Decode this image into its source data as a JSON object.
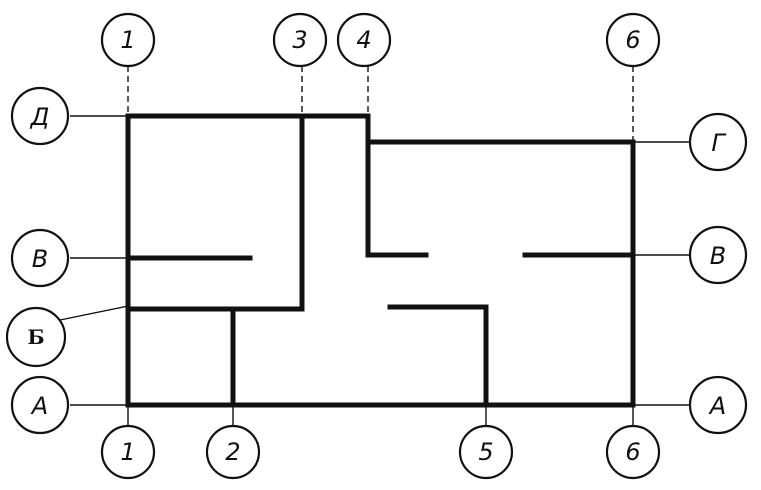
{
  "axes": {
    "top_1": "1",
    "top_3": "3",
    "top_4": "4",
    "top_6": "6",
    "bottom_1": "1",
    "bottom_2": "2",
    "bottom_5": "5",
    "bottom_6": "6",
    "left_D": "Д",
    "left_V": "В",
    "left_B": "Б",
    "left_A": "А",
    "right_G": "Г",
    "right_V": "В",
    "right_A": "А"
  }
}
